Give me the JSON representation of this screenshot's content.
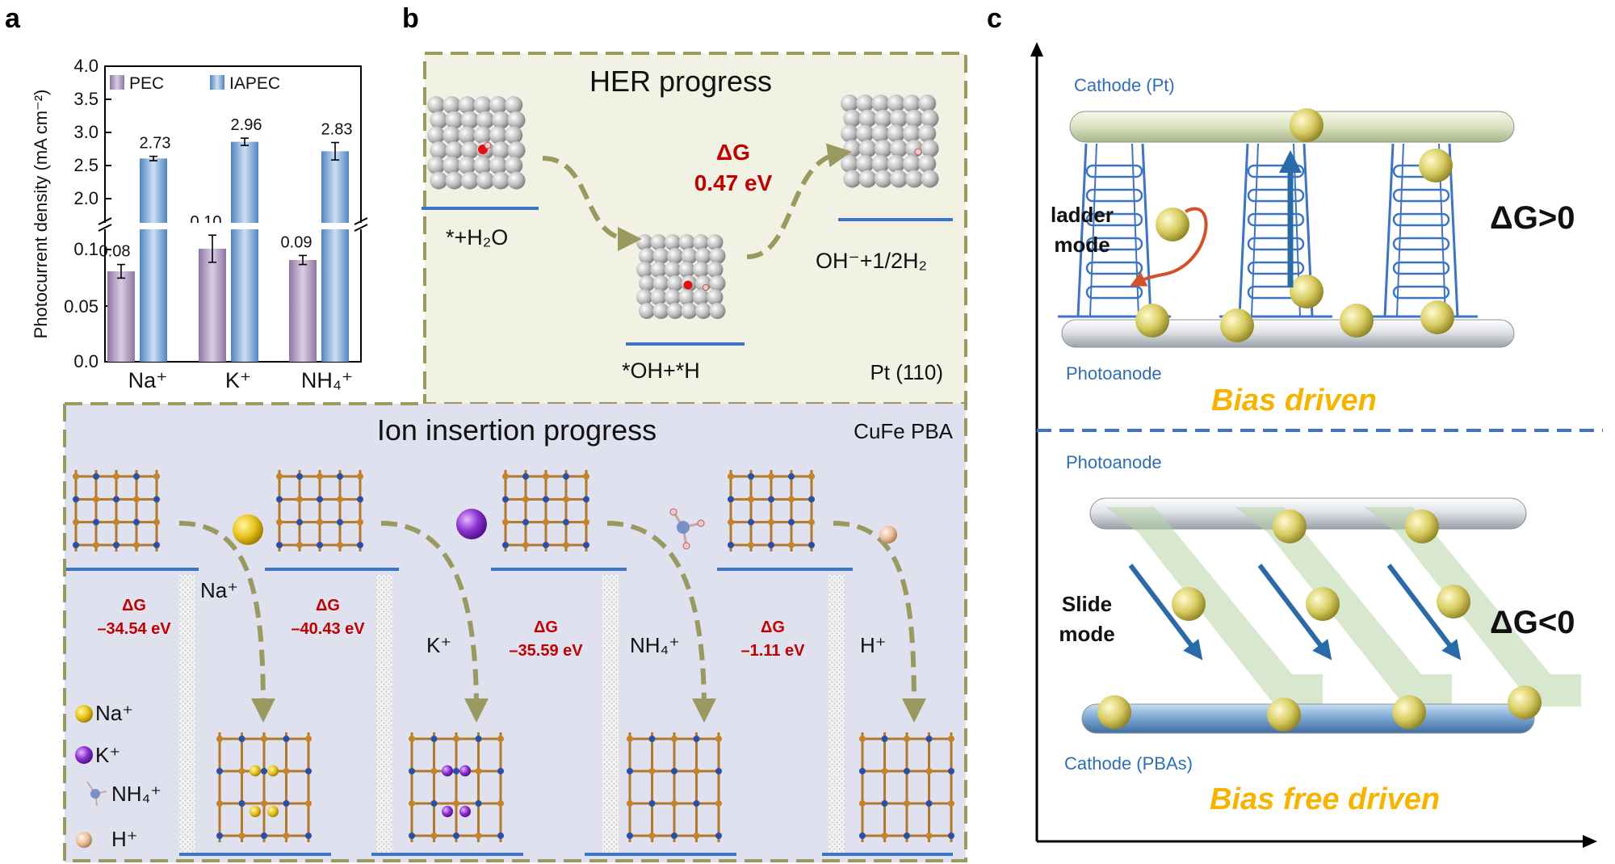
{
  "panels": {
    "a": "a",
    "b": "b",
    "c": "c"
  },
  "colors": {
    "pec": "#a98fb8",
    "iapec": "#6f9fd3",
    "dashed_frame": "#9a9a60",
    "her_bg": "#f1f2e3",
    "ion_bg": "#dfe2ee",
    "level_line": "#3d74c4",
    "delta_red": "#c00000",
    "bias_gold": "#f5b400",
    "arrow_blue": "#2a6aa8",
    "sphere_gold": "#d9ce6c"
  },
  "chart_data": {
    "type": "bar",
    "categories": [
      "Na⁺",
      "K⁺",
      "NH₄⁺"
    ],
    "series": [
      {
        "name": "PEC",
        "values": [
          0.08,
          0.1,
          0.09
        ],
        "labels": [
          "0.08",
          "0.10",
          "0.09"
        ],
        "errors": [
          0.006,
          0.012,
          0.004
        ]
      },
      {
        "name": "IAPEC",
        "values": [
          2.73,
          2.96,
          2.83
        ],
        "labels": [
          "2.73",
          "2.96",
          "2.83"
        ],
        "errors": [
          0.03,
          0.05,
          0.12
        ]
      }
    ],
    "ylabel": "Photocurrent density (mA cm⁻²)",
    "ylim": [
      0,
      4.0
    ],
    "axis_break": [
      0.12,
      1.8
    ],
    "ticks_lower": [
      "0.0",
      "0.05",
      "0.1"
    ],
    "ticks_upper": [
      "2.0",
      "2.5",
      "3.0",
      "3.5",
      "4.0"
    ],
    "legend_placement": "top"
  },
  "her": {
    "title": "HER progress",
    "state1": "*+H₂O",
    "state2": "*OH+*H",
    "state3": "OH⁻+1/2H₂",
    "delta_symbol": "ΔG",
    "delta_value": "0.47 eV",
    "surface": "Pt (110)"
  },
  "ion": {
    "title": "Ion insertion progress",
    "material": "CuFe PBA",
    "steps": [
      {
        "ion": "Na⁺",
        "dg_symbol": "ΔG",
        "dg_value": "–34.54 eV"
      },
      {
        "ion": "K⁺",
        "dg_symbol": "ΔG",
        "dg_value": "–40.43 eV"
      },
      {
        "ion": "NH₄⁺",
        "dg_symbol": "ΔG",
        "dg_value": "–35.59 eV"
      },
      {
        "ion": "H⁺",
        "dg_symbol": "ΔG",
        "dg_value": "–1.11 eV"
      }
    ],
    "legend": [
      "Na⁺",
      "K⁺",
      "NH₄⁺",
      "H⁺"
    ]
  },
  "mech": {
    "top": {
      "cathode": "Cathode (Pt)",
      "photoanode": "Photoanode",
      "mode_line1": "ladder",
      "mode_line2": "mode",
      "dg": "ΔG>0",
      "drive": "Bias driven"
    },
    "bottom": {
      "photoanode": "Photoanode",
      "cathode": "Cathode (PBAs)",
      "mode_line1": "Slide",
      "mode_line2": "mode",
      "dg": "ΔG<0",
      "drive": "Bias free driven"
    }
  }
}
